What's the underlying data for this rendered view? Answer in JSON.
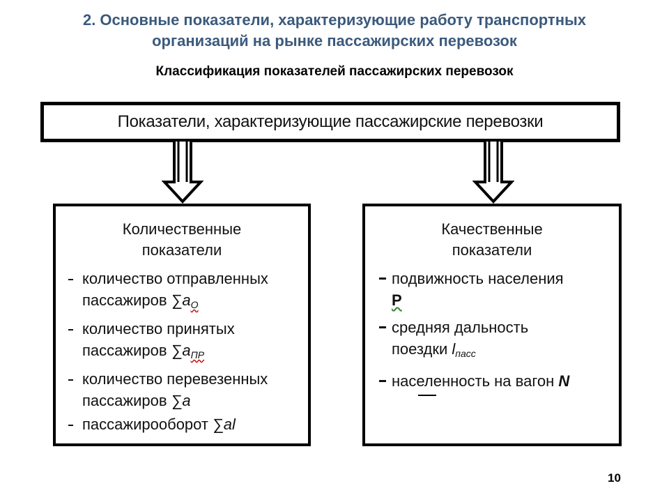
{
  "slide": {
    "title_line1": "2.  Основные показатели, характеризующие работу транспортных",
    "title_line2": "организаций на рынке пассажирских перевозок",
    "subtitle": "Классификация показателей пассажирских перевозок",
    "page_number": "10"
  },
  "diagram": {
    "top_box": "Показатели, характеризующие пассажирские перевозки",
    "left": {
      "heading_line1": "Количественные",
      "heading_line2": "показатели",
      "items": [
        {
          "line1": "количество отправленных",
          "line2": "пассажиров",
          "symbol": "∑a",
          "subscript": "О"
        },
        {
          "line1": "количество принятых",
          "line2": "пассажиров",
          "symbol": "∑a",
          "subscript": "ПР"
        },
        {
          "line1": "количество перевезенных",
          "line2": "пассажиров",
          "symbol": "∑a",
          "subscript": ""
        },
        {
          "line1": "пассажирооборот",
          "symbol": "∑al"
        }
      ]
    },
    "right": {
      "heading_line1": "Качественные",
      "heading_line2": "показатели",
      "items": [
        {
          "line1": "подвижность населения",
          "symbol": "P"
        },
        {
          "line1": "средняя дальность",
          "line2": "поездки",
          "symbol": "l",
          "subscript": "пасс"
        },
        {
          "line1": "населенность на вагон",
          "symbol": "N"
        }
      ]
    }
  }
}
